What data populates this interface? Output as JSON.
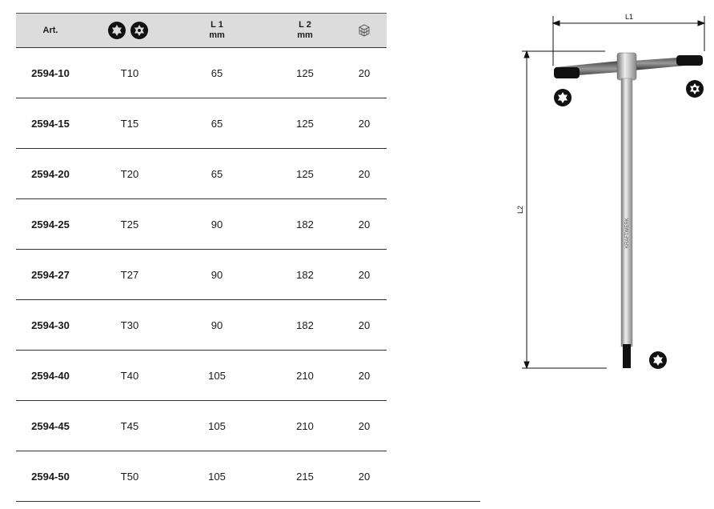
{
  "table": {
    "headers": {
      "art": "Art.",
      "torx_icon": "torx-star-icon",
      "torx_plus_icon": "torx-tamper-icon",
      "l1": "L 1",
      "l1_unit": "mm",
      "l2": "L 2",
      "l2_unit": "mm",
      "pack_icon": "package-cube-icon"
    },
    "rows": [
      {
        "art": "2594-10",
        "size": "T10",
        "l1": "65",
        "l2": "125",
        "qty": "20"
      },
      {
        "art": "2594-15",
        "size": "T15",
        "l1": "65",
        "l2": "125",
        "qty": "20"
      },
      {
        "art": "2594-20",
        "size": "T20",
        "l1": "65",
        "l2": "125",
        "qty": "20"
      },
      {
        "art": "2594-25",
        "size": "T25",
        "l1": "90",
        "l2": "182",
        "qty": "20"
      },
      {
        "art": "2594-27",
        "size": "T27",
        "l1": "90",
        "l2": "182",
        "qty": "20"
      },
      {
        "art": "2594-30",
        "size": "T30",
        "l1": "90",
        "l2": "182",
        "qty": "20"
      },
      {
        "art": "2594-40",
        "size": "T40",
        "l1": "105",
        "l2": "210",
        "qty": "20"
      },
      {
        "art": "2594-45",
        "size": "T45",
        "l1": "105",
        "l2": "210",
        "qty": "20"
      },
      {
        "art": "2594-50",
        "size": "T50",
        "l1": "105",
        "l2": "215",
        "qty": "20"
      }
    ]
  },
  "diagram": {
    "l1_label": "L1",
    "l2_label": "L2",
    "brand": "KRAFTWERK"
  }
}
